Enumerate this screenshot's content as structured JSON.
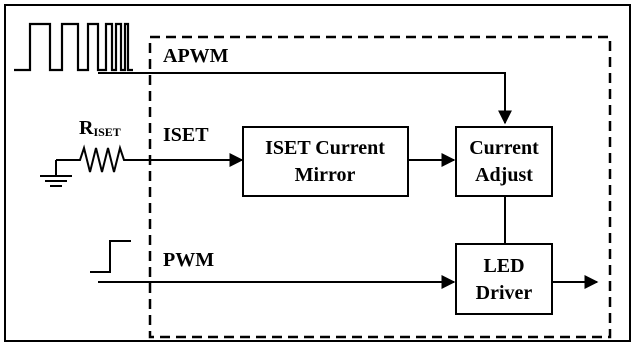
{
  "signals": {
    "apwm": "APWM",
    "iset": "ISET",
    "pwm": "PWM",
    "resistor_main": "R",
    "resistor_sub": "ISET"
  },
  "blocks": {
    "mirror": [
      "ISET Current",
      "Mirror"
    ],
    "adjust": [
      "Current",
      "Adjust"
    ],
    "driver": [
      "LED",
      "Driver"
    ]
  },
  "colors": {
    "line": "#000000",
    "background": "#ffffff"
  },
  "icons": [
    "ground-icon",
    "resistor-icon",
    "pwm-pulse-train-icon",
    "step-edge-icon",
    "arrow-icon"
  ]
}
